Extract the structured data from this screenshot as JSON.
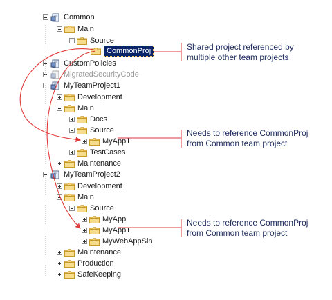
{
  "tree": {
    "common": {
      "label": "Common"
    },
    "common_main": {
      "label": "Main"
    },
    "common_main_source": {
      "label": "Source"
    },
    "common_proj": {
      "label": "CommonProj"
    },
    "custom_policies": {
      "label": "CustomPolicies"
    },
    "migrated_security_code": {
      "label": "MigratedSecurityCode"
    },
    "team1": {
      "label": "MyTeamProject1",
      "development": "Development",
      "main": "Main",
      "docs": "Docs",
      "source": "Source",
      "myapp1": "MyApp1",
      "testcases": "TestCases",
      "maintenance": "Maintenance"
    },
    "team2": {
      "label": "MyTeamProject2",
      "development": "Development",
      "main": "Main",
      "source": "Source",
      "myapp": "MyApp",
      "myapp1": "MyApp1",
      "mywebappsln": "MyWebAppSln",
      "maintenance": "Maintenance",
      "production": "Production",
      "safekeeping": "SafeKeeping"
    }
  },
  "callouts": {
    "shared": {
      "line1": "Shared project referenced by",
      "line2": "multiple other team projects"
    },
    "team1_ref": {
      "line1": "Needs to reference CommonProj",
      "line2": "from Common team project"
    },
    "team2_ref": {
      "line1": "Needs to reference CommonProj",
      "line2": "from Common team project"
    }
  },
  "colors": {
    "folder_fill": "#f4d27a",
    "folder_edge": "#c89a2a",
    "selection": "#0a246a",
    "arrow": "#e03a3a",
    "callout_text": "#1c2a5c",
    "tree_line": "#a0a0a0"
  }
}
